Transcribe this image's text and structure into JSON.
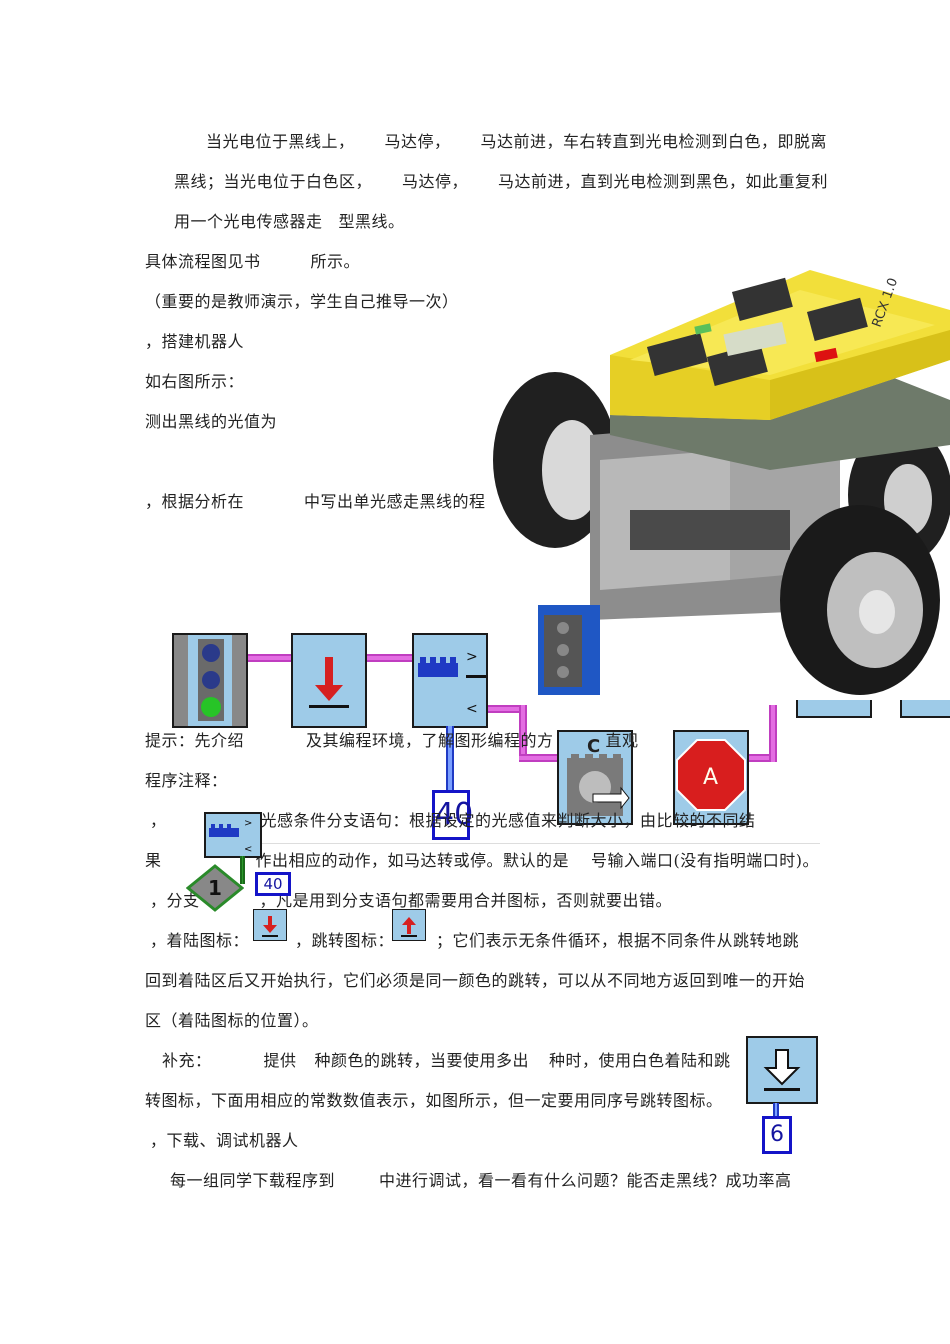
{
  "paragraphs": [
    {
      "id": "p1",
      "parts": [
        "当光电位于黑线上，",
        "马达停，",
        "马达前进，车右转直到光电检测到白色，即脱离"
      ]
    },
    {
      "id": "p2",
      "parts": [
        "黑线；当光电位于白色区，",
        "马达停，",
        "马达前进，直到光电检测到黑色，如此重复利"
      ]
    },
    {
      "id": "p3",
      "parts": [
        "用一个光电传感器走",
        "型黑线。"
      ]
    },
    {
      "id": "p4",
      "parts": [
        "具体流程图见书",
        "所示。"
      ]
    },
    {
      "id": "p5",
      "parts": [
        "（重要的是教师演示，学生自己推导一次）"
      ]
    },
    {
      "id": "p6",
      "parts": [
        "，搭建机器人"
      ]
    },
    {
      "id": "p7",
      "parts": [
        "如右图所示："
      ]
    },
    {
      "id": "p8",
      "parts": [
        "测出黑线的光值为"
      ]
    },
    {
      "id": "p9",
      "parts": [
        "，根据分析在",
        "中写出单光感走黑线的程"
      ]
    },
    {
      "id": "p10",
      "parts": [
        "提示：先介绍",
        "及其编程环境，了解图形编程的方",
        "直观"
      ]
    },
    {
      "id": "p11",
      "parts": [
        "程序注释："
      ]
    },
    {
      "id": "p12",
      "parts": [
        "，",
        "光感条件分支语句：根据设定的光感值来判断大小，由比较的不同结"
      ]
    },
    {
      "id": "p13",
      "parts": [
        "果",
        "作出相应的动作，如马达转或停。默认的是",
        "号输入端口(没有指明端口时)。"
      ]
    },
    {
      "id": "p14",
      "parts": [
        "，分支",
        "，凡是用到分支语句都需要用合并图标，否则就要出错。"
      ]
    },
    {
      "id": "p15",
      "parts": [
        "，着陆图标：",
        "，跳转图标：",
        "；它们表示无条件循环，根据不同条件从跳转地跳"
      ]
    },
    {
      "id": "p16",
      "parts": [
        "回到着陆区后又开始执行，它们必须是同一颜色的跳转，可以从不同地方返回到唯一的开始"
      ]
    },
    {
      "id": "p17",
      "parts": [
        "区（着陆图标的位置）。"
      ]
    },
    {
      "id": "p18",
      "parts": [
        "补充：",
        "提供",
        "种颜色的跳转，当要使用多出",
        "种时，使用白色着陆和跳"
      ]
    },
    {
      "id": "p19",
      "parts": [
        "转图标，下面用相应的常数数值表示，如图所示，但一定要用同序号跳转图标。"
      ]
    },
    {
      "id": "p20",
      "parts": [
        "，下载、调试机器人"
      ]
    },
    {
      "id": "p21",
      "parts": [
        "每一组同学下载程序到",
        "中进行调试，看一看有什么问题？能否走黑线？成功率高"
      ]
    }
  ],
  "robot": {
    "brick_label": "RCX 1.0"
  },
  "program": {
    "sensor_threshold": "40",
    "stop_label": "A",
    "port_label": "C",
    "small_threshold": "40",
    "merge_number": "1",
    "jump_number": "6"
  },
  "colors": {
    "block": "#9ecbe8",
    "wire": "#e36de2",
    "number_border": "#1414c8",
    "stop": "#d81e1e"
  }
}
